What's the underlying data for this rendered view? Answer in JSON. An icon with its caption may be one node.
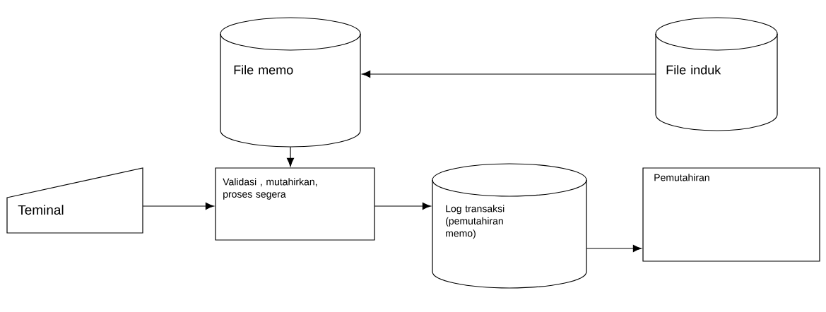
{
  "diagram": {
    "nodes": [
      {
        "text": [
          "File memo"
        ]
      },
      {
        "text": [
          "File induk"
        ]
      },
      {
        "text": [
          "Teminal"
        ]
      },
      {
        "text": [
          "Validasi , mutahirkan, proses segera"
        ]
      },
      {
        "text": [
          "Log transaksi (pemutahiran memo)"
        ]
      },
      {
        "text": [
          "Pemutahiran"
        ]
      }
    ],
    "edges": [
      {
        "from": 1,
        "to": 0,
        "arrow": "to"
      },
      {
        "from": 0,
        "to": 3,
        "arrow": "to"
      },
      {
        "from": 2,
        "to": 3,
        "arrow": "to"
      },
      {
        "from": 3,
        "to": 4,
        "arrow": "to"
      },
      {
        "from": 4,
        "to": 5,
        "arrow": "to"
      }
    ]
  }
}
